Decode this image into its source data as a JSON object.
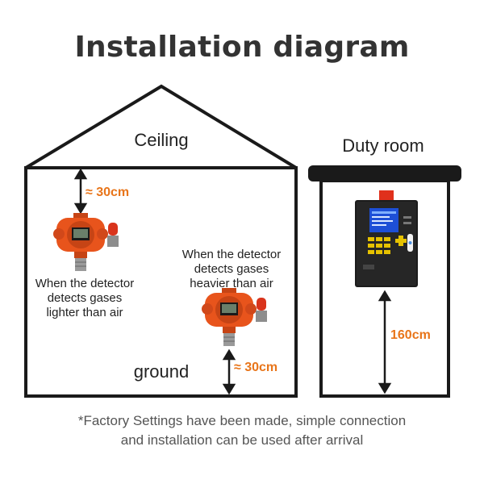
{
  "title": "Installation diagram",
  "house": {
    "ceiling_label": "Ceiling",
    "ground_label": "ground",
    "top_distance": "≈ 30cm",
    "bottom_distance": "≈ 30cm",
    "lighter_caption": [
      "When the detector",
      "detects gases",
      "lighter than air"
    ],
    "heavier_caption": [
      "When the detector",
      "detects gases",
      "heavier than air"
    ]
  },
  "duty_room": {
    "label": "Duty room",
    "height_label": "160cm"
  },
  "footnote": [
    "*Factory Settings have been made, simple connection",
    "and installation can be used after arrival"
  ],
  "colors": {
    "accent_orange": "#e8751a",
    "detector_orange": "#e8541c",
    "outline": "#1a1a1a",
    "panel_black": "#1c1c1c",
    "screen_blue": "#1d4fd6"
  }
}
